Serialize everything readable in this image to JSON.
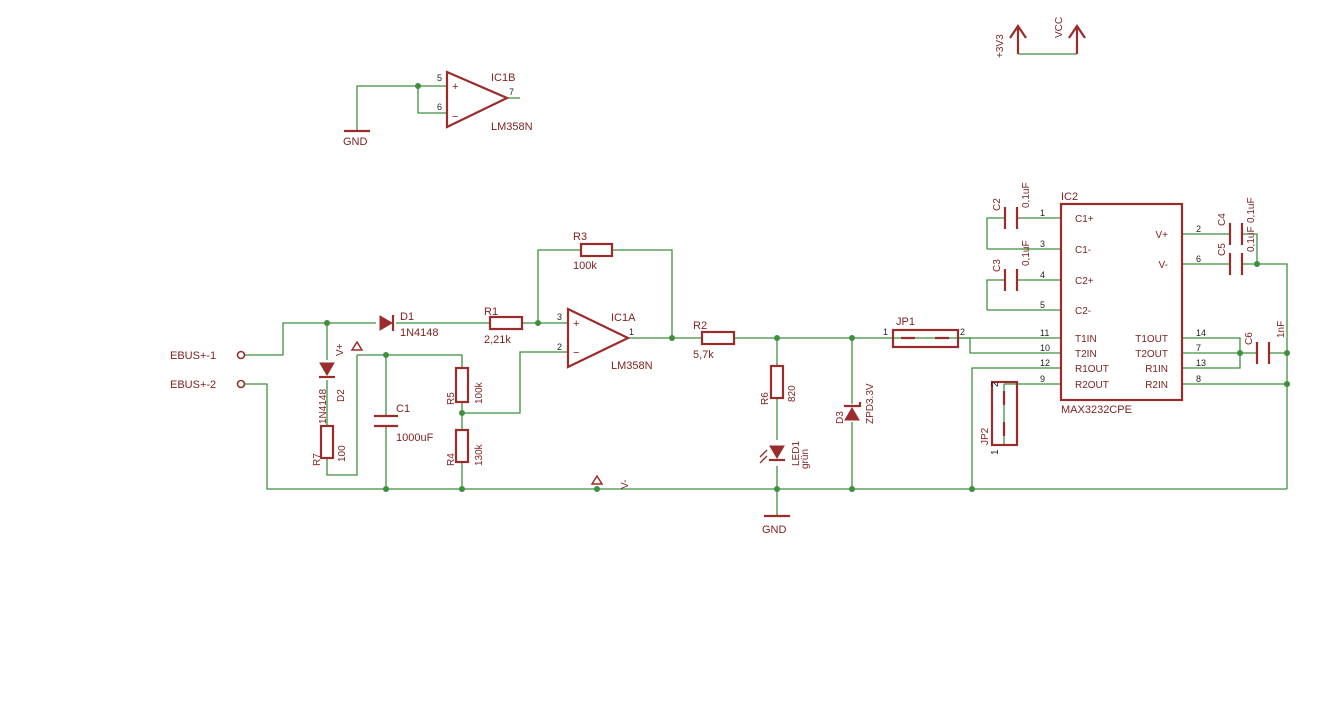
{
  "colors": {
    "wire": "#3f8f3f",
    "part": "#9b2c2c",
    "label": "#7d1f1f",
    "background": "#ffffff"
  },
  "power": {
    "v3": "+3V3",
    "vcc": "VCC",
    "gnd_top": "GND",
    "gnd_bottom": "GND",
    "vplus": "V+",
    "vminus": "V-"
  },
  "connectors": {
    "ebus1": "EBUS+-1",
    "ebus2": "EBUS+-2"
  },
  "ic1b": {
    "name": "IC1B",
    "value": "LM358N",
    "pin_plus": "5",
    "pin_minus": "6",
    "pin_out": "7"
  },
  "ic1a": {
    "name": "IC1A",
    "value": "LM358N",
    "pin_plus": "3",
    "pin_minus": "2",
    "pin_out": "1"
  },
  "d1": {
    "name": "D1",
    "value": "1N4148"
  },
  "d2": {
    "name": "D2",
    "value": "1N4148"
  },
  "d3": {
    "name": "D3",
    "value": "ZPD3.3V"
  },
  "r1": {
    "name": "R1",
    "value": "2,21k"
  },
  "r2": {
    "name": "R2",
    "value": "5,7k"
  },
  "r3": {
    "name": "R3",
    "value": "100k"
  },
  "r4": {
    "name": "R4",
    "value": "130k"
  },
  "r5": {
    "name": "R5",
    "value": "100k"
  },
  "r6": {
    "name": "R6",
    "value": "820"
  },
  "r7": {
    "name": "R7",
    "value": "100"
  },
  "c1": {
    "name": "C1",
    "value": "1000uF"
  },
  "c2": {
    "name": "C2",
    "value": "0,1uF"
  },
  "c3": {
    "name": "C3",
    "value": "0,1uF"
  },
  "c4": {
    "name": "C4",
    "value": "0,1uF"
  },
  "c5": {
    "name": "C5",
    "value": "0,1uF"
  },
  "c6": {
    "name": "C6",
    "value": "1nF"
  },
  "led1": {
    "name": "LED1",
    "value": "grün"
  },
  "jp1": {
    "name": "JP1",
    "pin1": "1",
    "pin2": "2"
  },
  "jp2": {
    "name": "JP2",
    "pin1": "1",
    "pin2": "2"
  },
  "ic2": {
    "name": "IC2",
    "value": "MAX3232CPE",
    "left_pins": [
      {
        "num": "1",
        "name": "C1+"
      },
      {
        "num": "3",
        "name": "C1-"
      },
      {
        "num": "4",
        "name": "C2+"
      },
      {
        "num": "5",
        "name": "C2-"
      },
      {
        "num": "11",
        "name": "T1IN"
      },
      {
        "num": "10",
        "name": "T2IN"
      },
      {
        "num": "12",
        "name": "R1OUT"
      },
      {
        "num": "9",
        "name": "R2OUT"
      }
    ],
    "right_pins": [
      {
        "num": "2",
        "name": "V+"
      },
      {
        "num": "6",
        "name": "V-"
      },
      {
        "num": "14",
        "name": "T1OUT"
      },
      {
        "num": "7",
        "name": "T2OUT"
      },
      {
        "num": "13",
        "name": "R1IN"
      },
      {
        "num": "8",
        "name": "R2IN"
      }
    ]
  }
}
